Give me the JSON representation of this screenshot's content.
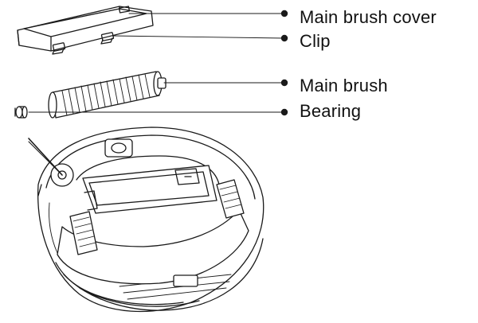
{
  "callouts": [
    {
      "label": "Main brush cover"
    },
    {
      "label": "Clip"
    },
    {
      "label": "Main brush"
    },
    {
      "label": "Bearing"
    }
  ],
  "colors": {
    "line": "#1a1a1a",
    "fill": "#ffffff"
  }
}
